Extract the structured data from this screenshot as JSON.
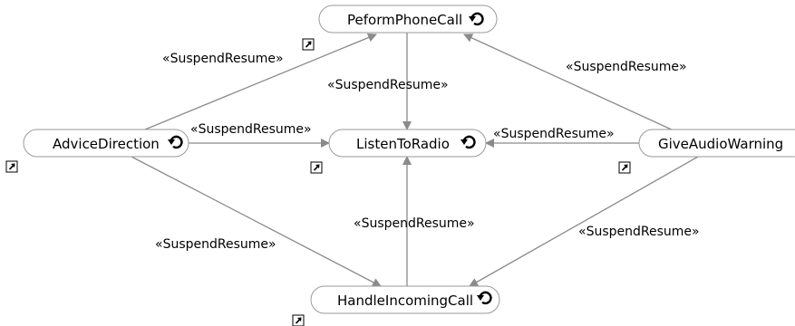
{
  "diagram": {
    "nodes": {
      "perform_phone_call": "PeformPhoneCall",
      "advice_direction": "AdviceDirection",
      "listen_to_radio": "ListenToRadio",
      "give_audio_warning": "GiveAudioWarning",
      "handle_incoming_call": "HandleIncomingCall"
    },
    "edges": {
      "advice_to_perform": "«SuspendResume»",
      "perform_to_listen": "«SuspendResume»",
      "advice_to_listen": "«SuspendResume»",
      "give_to_perform": "«SuspendResume»",
      "give_to_listen": "«SuspendResume»",
      "advice_to_handle": "«SuspendResume»",
      "handle_to_listen": "«SuspendResume»",
      "give_to_handle": "«SuspendResume»"
    },
    "icons": {
      "node_state": "rotate-ccw-icon",
      "shortcut": "shortcut-arrow-icon"
    }
  }
}
